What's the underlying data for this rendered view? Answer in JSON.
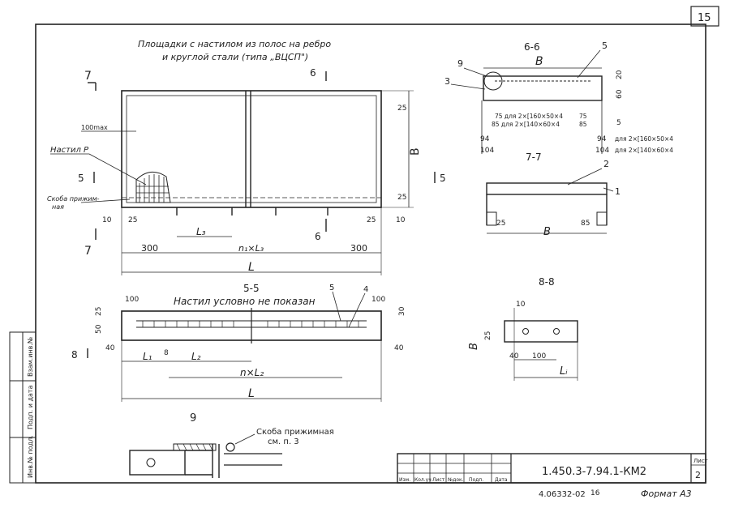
{
  "sheet": {
    "page_number": "15",
    "title": "Площадки с настилом из полос на ребро",
    "title_line2": "и круглой стали (типа „ВЦСП\")",
    "code": "1.450.3-7.94.1-КМ2",
    "sheet_label": "Лист",
    "sheet_no": "2",
    "archive_no": "4.06332-02",
    "archive_sub": "16",
    "format": "Формат А3"
  },
  "titleblock": {
    "cols": [
      "Изм.",
      "Кол.уч",
      "Лист",
      "№док.",
      "Подп.",
      "Дата"
    ]
  },
  "left_strip": [
    "Инв.№ подл.",
    "Подп. и дата",
    "Взам.инв.№"
  ],
  "plan": {
    "section7": "7",
    "section6": "6",
    "section5": "5",
    "note_100max": "100max",
    "nastil_label": "Настил Р",
    "skoba_label": "Скоба прижим-",
    "skoba_label2": "ная",
    "dim_25a": "25",
    "dim_25b": "25",
    "dim_10a": "10",
    "dim_10b": "10",
    "dim_25c": "25",
    "dim_25d": "25",
    "dim_L3": "L₃",
    "dim_300a": "300",
    "dim_300b": "300",
    "dim_n1L3": "n₁×L₃",
    "dim_L": "L",
    "dim_B": "B"
  },
  "sec66": {
    "title": "6-6",
    "lbl_9": "9",
    "lbl_3": "3",
    "lbl_5": "5",
    "lbl_5b": "5",
    "dim_B": "B",
    "dim_20": "20",
    "dim_60": "60",
    "row1": "75 для 2×[160×50×4",
    "row1r": "75",
    "row2": "85 для 2×[140×60×4",
    "row2r": "85",
    "d94": "94",
    "d104": "104",
    "d94r": "94",
    "d104r": "104",
    "note_r1": "для 2×[160×50×4",
    "note_r2": "для 2×[140×60×4"
  },
  "sec77": {
    "title": "7-7",
    "lbl_2": "2",
    "lbl_1": "1",
    "d25": "25",
    "d85": "85",
    "dim_B": "B"
  },
  "sec55": {
    "title": "5-5",
    "note": "Настил условно не показан",
    "lbl_5": "5",
    "lbl_4": "4",
    "d100a": "100",
    "d100b": "100",
    "d25": "25",
    "d50": "50",
    "d30": "30",
    "d40a": "40",
    "d40b": "40",
    "d8": "8",
    "sec8": "8",
    "dim_L1": "L₁",
    "dim_L2": "L₂",
    "dim_nL2": "n×L₂",
    "dim_L": "L"
  },
  "sec88": {
    "title": "8-8",
    "d10": "10",
    "d25": "25",
    "d40": "40",
    "d100": "100",
    "dim_B": "B",
    "dim_Li": "Lᵢ"
  },
  "detail9": {
    "title": "9",
    "note": "Скоба прижимная",
    "note2": "см. п. 3"
  }
}
